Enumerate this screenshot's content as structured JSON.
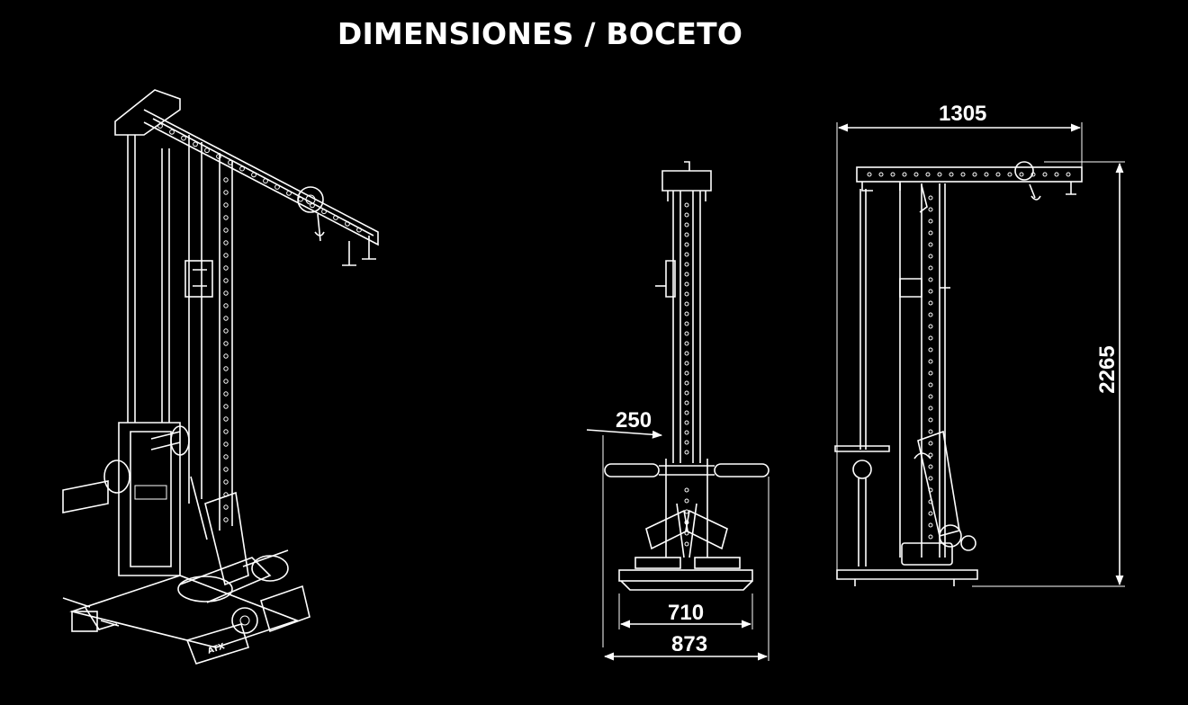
{
  "title": "DIMENSIONES / BOCETO",
  "dimensions": {
    "width_top": "1305",
    "height": "2265",
    "offset": "250",
    "base_inner": "710",
    "base_outer": "873"
  },
  "logo_text": "ATX",
  "colors": {
    "background": "#000000",
    "lines": "#ffffff"
  }
}
